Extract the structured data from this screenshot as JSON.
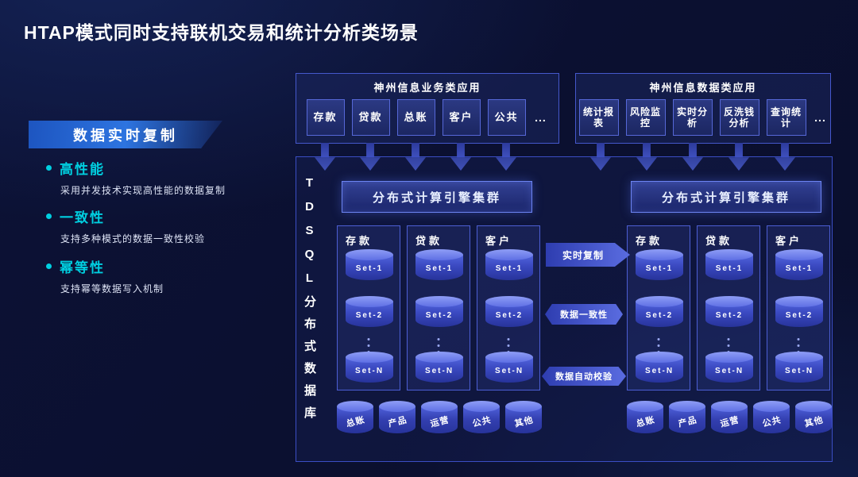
{
  "slide": {
    "title": "HTAP模式同时支持联机交易和统计分析类场景"
  },
  "left_panel": {
    "banner": "数据实时复制",
    "bullets": [
      {
        "heading": "高性能",
        "desc": "采用并发技术实现高性能的数据复制"
      },
      {
        "heading": "一致性",
        "desc": "支持多种模式的数据一致性校验"
      },
      {
        "heading": "幂等性",
        "desc": "支持幂等数据写入机制"
      }
    ]
  },
  "diagram": {
    "business_apps": {
      "title": "神州信息业务类应用",
      "items": [
        "存款",
        "贷款",
        "总账",
        "客户",
        "公共",
        "..."
      ]
    },
    "data_apps": {
      "title": "神州信息数据类应用",
      "items": [
        "统计报表",
        "风险监控",
        "实时分析",
        "反洗钱分析",
        "查询统计",
        "..."
      ]
    },
    "tdsql_label": "TDSQL分布式数据库",
    "engine_label": "分布式计算引擎集群",
    "group_labels": [
      "存款",
      "贷款",
      "客户"
    ],
    "set_labels": [
      "Set-1",
      "Set-2",
      "Set-N"
    ],
    "bottom_dbs": [
      "总账",
      "产品",
      "运营",
      "公共",
      "其他"
    ],
    "links": [
      "实时复制",
      "数据一致性",
      "数据自动校验"
    ]
  },
  "colors": {
    "background": "#0b1030",
    "accent_cyan": "#00cfe0",
    "box_border": "#4558cc",
    "engine_border": "#6d84f2",
    "arrow_blue": "#5064dc",
    "banner_blue": "#2d74e0"
  }
}
